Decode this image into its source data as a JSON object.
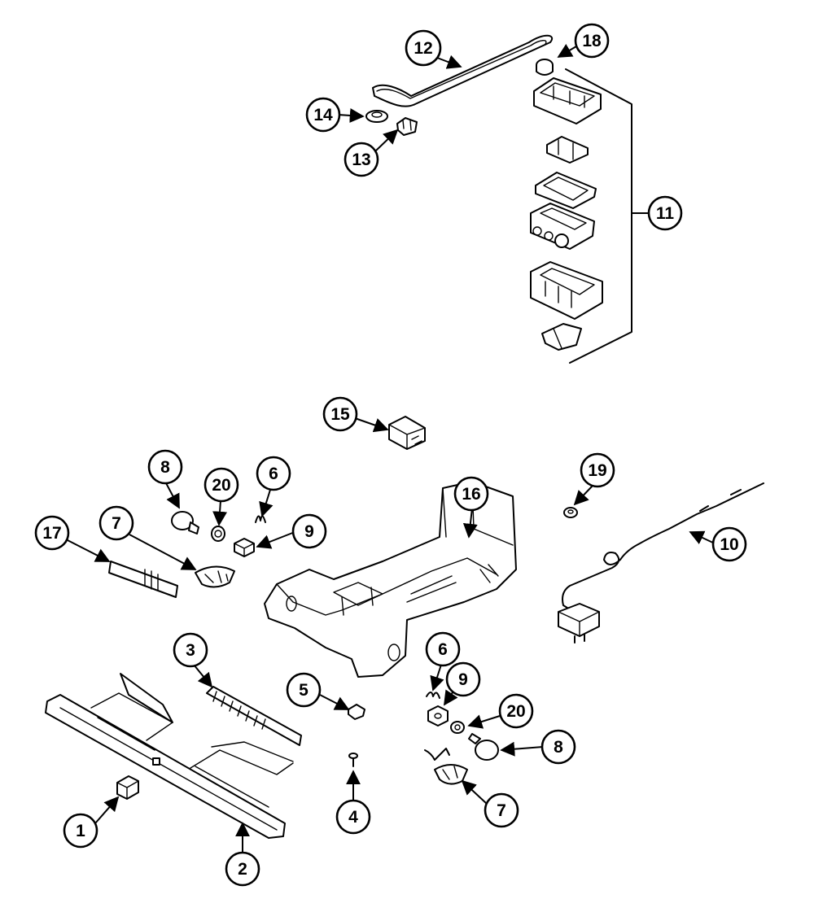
{
  "callouts": {
    "c1": "1",
    "c2": "2",
    "c3": "3",
    "c4": "4",
    "c5": "5",
    "c6a": "6",
    "c6b": "6",
    "c7a": "7",
    "c7b": "7",
    "c8a": "8",
    "c8b": "8",
    "c9a": "9",
    "c9b": "9",
    "c10": "10",
    "c11": "11",
    "c12": "12",
    "c13": "13",
    "c14": "14",
    "c15": "15",
    "c16": "16",
    "c17": "17",
    "c18": "18",
    "c19": "19",
    "c20a": "20",
    "c20b": "20"
  }
}
